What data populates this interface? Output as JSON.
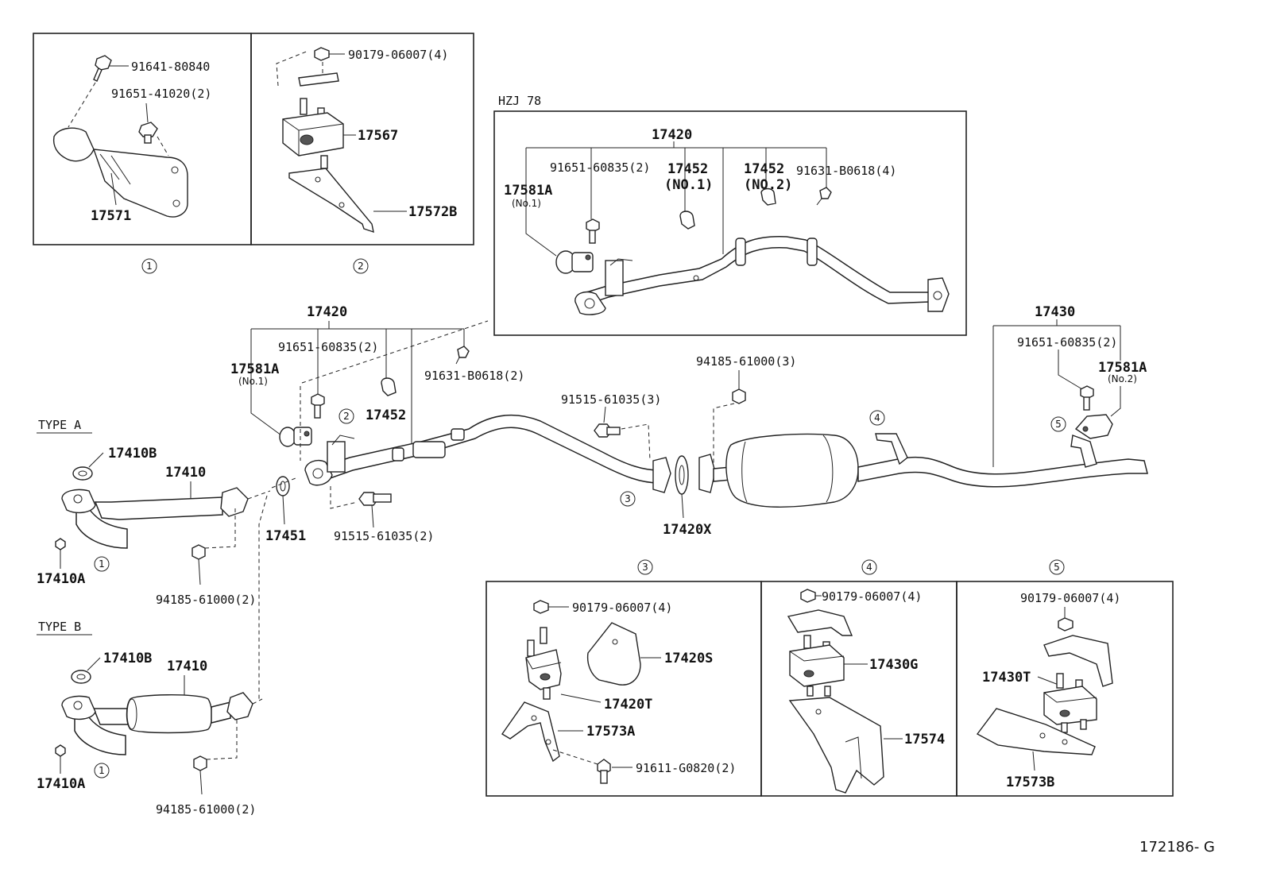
{
  "diagram_ref": "172186- G",
  "variant_label": "HZJ 78",
  "type_labels": {
    "a": "TYPE A",
    "b": "TYPE B"
  },
  "circle_refs": [
    "1",
    "2",
    "3",
    "4",
    "5"
  ],
  "parts": {
    "p91641_80840": "91641-80840",
    "p91651_41020": "91651-41020(2)",
    "p17571": "17571",
    "p90179_06007": "90179-06007(4)",
    "p17567": "17567",
    "p17572B": "17572B",
    "p17420": "17420",
    "p91651_60835": "91651-60835(2)",
    "p17452": "17452",
    "p17452_no1": "(NO.1)",
    "p17452_no2": "(NO.2)",
    "p91631_B0618_4": "91631-B0618(4)",
    "p91631_B0618_2": "91631-B0618(2)",
    "p17581A": "17581A",
    "no1": "(No.1)",
    "no2": "(No.2)",
    "p17430": "17430",
    "p94185_61000_3": "94185-61000(3)",
    "p94185_61000_2": "94185-61000(2)",
    "p91515_61035_3": "91515-61035(3)",
    "p91515_61035_2": "91515-61035(2)",
    "p17410B": "17410B",
    "p17410": "17410",
    "p17410A": "17410A",
    "p17451": "17451",
    "p17420X": "17420X",
    "p17420S": "17420S",
    "p17420T": "17420T",
    "p17573A": "17573A",
    "p91611_G0820": "91611-G0820(2)",
    "p17430G": "17430G",
    "p17574": "17574",
    "p17430T": "17430T",
    "p17573B": "17573B"
  }
}
